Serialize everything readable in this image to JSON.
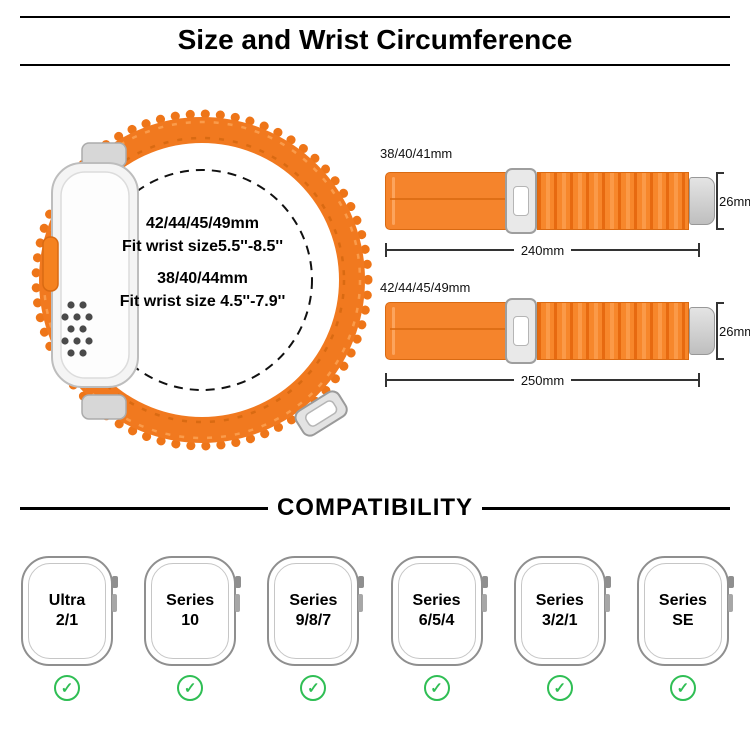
{
  "header": {
    "title": "Size and Wrist Circumference"
  },
  "size_circle": {
    "lines": [
      "42/44/45/49mm",
      "Fit wrist size5.5''-8.5''",
      "38/40/44mm",
      "Fit wrist size 4.5''-7.9''"
    ]
  },
  "bands": [
    {
      "label": "38/40/41mm",
      "length": "240mm",
      "width": "26mm"
    },
    {
      "label": "42/44/45/49mm",
      "length": "250mm",
      "width": "26mm"
    }
  ],
  "compatibility": {
    "title": "COMPATIBILITY",
    "models": [
      {
        "line1": "Ultra",
        "line2": "2/1"
      },
      {
        "line1": "Series",
        "line2": "10"
      },
      {
        "line1": "Series",
        "line2": "9/8/7"
      },
      {
        "line1": "Series",
        "line2": "6/5/4"
      },
      {
        "line1": "Series",
        "line2": "3/2/1"
      },
      {
        "line1": "Series",
        "line2": "SE"
      }
    ]
  },
  "icons": {
    "check": "✓"
  },
  "colors": {
    "band_orange": "#F1791F",
    "band_orange_dark": "#D96A12",
    "check_green": "#2FBE54",
    "line_black": "#000000",
    "metal_gray": "#C9C9C9"
  }
}
